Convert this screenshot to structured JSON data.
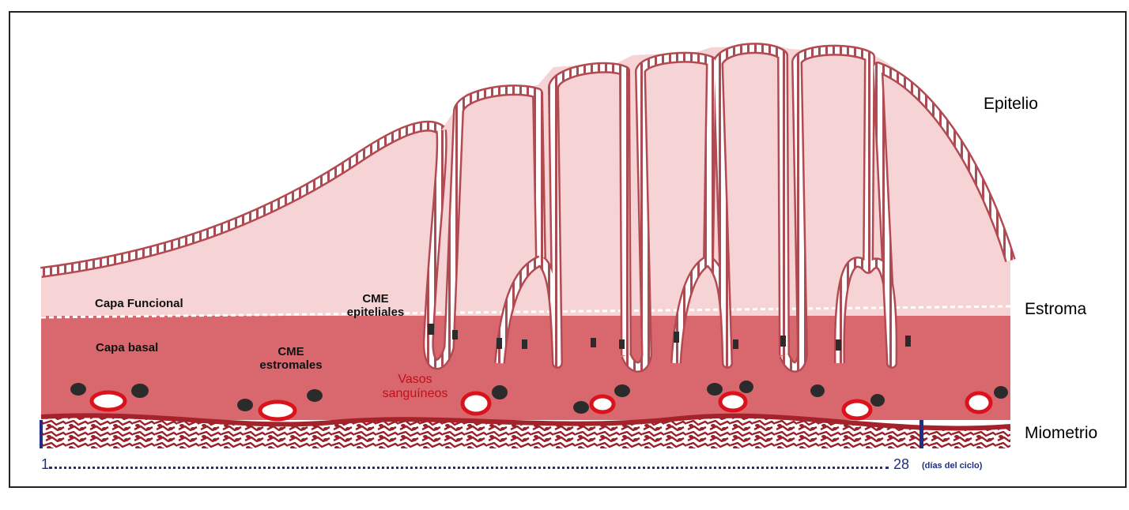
{
  "labels": {
    "epitelio": "Epitelio",
    "estroma": "Estroma",
    "miometrio": "Miometrio",
    "capa_funcional": "Capa Funcional",
    "capa_basal": "Capa basal",
    "cme_epiteliales_1": "CME",
    "cme_epiteliales_2": "epiteliales",
    "cme_estromales_1": "CME",
    "cme_estromales_2": "estromales",
    "vasos_1": "Vasos",
    "vasos_2": "sanguíneos"
  },
  "axis": {
    "start": "1",
    "end": "28",
    "unit": "(días del ciclo)"
  },
  "colors": {
    "functional_layer": "#f6d3d5",
    "basal_layer": "#d9686e",
    "epithelium": "#b34a52",
    "myometrium": "#a4222a",
    "vessel": "#d9121b",
    "stem_cell": "#2b2b2b",
    "axis": "#1f2f86"
  }
}
